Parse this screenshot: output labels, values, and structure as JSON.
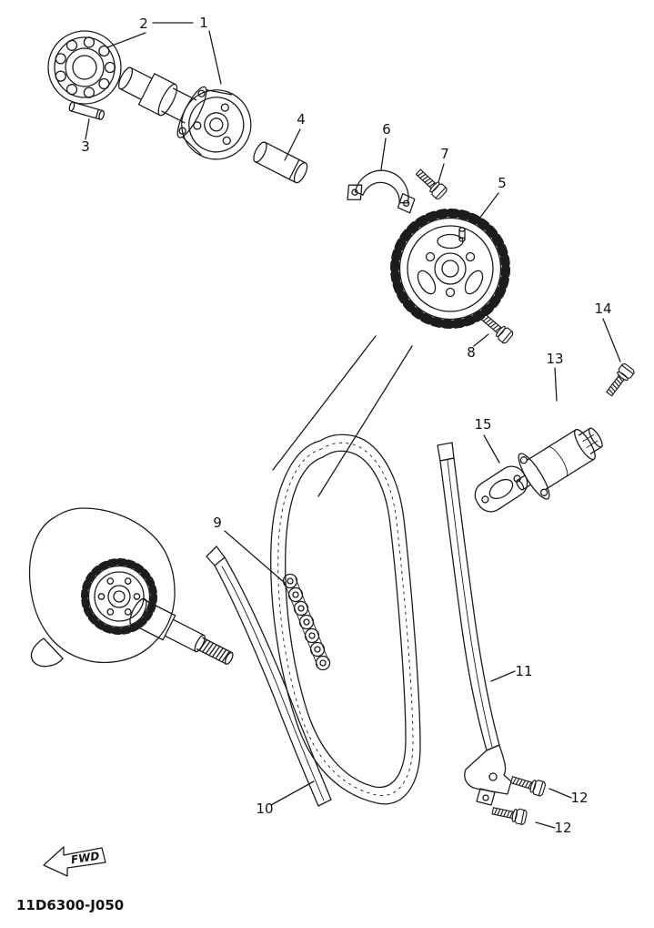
{
  "diagram": {
    "code": "11D6300-J050",
    "fwd_label": "FWD",
    "callouts": {
      "c1": "1",
      "c2": "2",
      "c3": "3",
      "c4": "4",
      "c5": "5",
      "c6": "6",
      "c7": "7",
      "c8": "8",
      "c9": "9",
      "c10": "10",
      "c11": "11",
      "c12a": "12",
      "c12b": "12",
      "c13": "13",
      "c14": "14",
      "c15": "15"
    },
    "colors": {
      "line": "#1c1c1c",
      "text": "#111111",
      "background": "#ffffff"
    }
  }
}
